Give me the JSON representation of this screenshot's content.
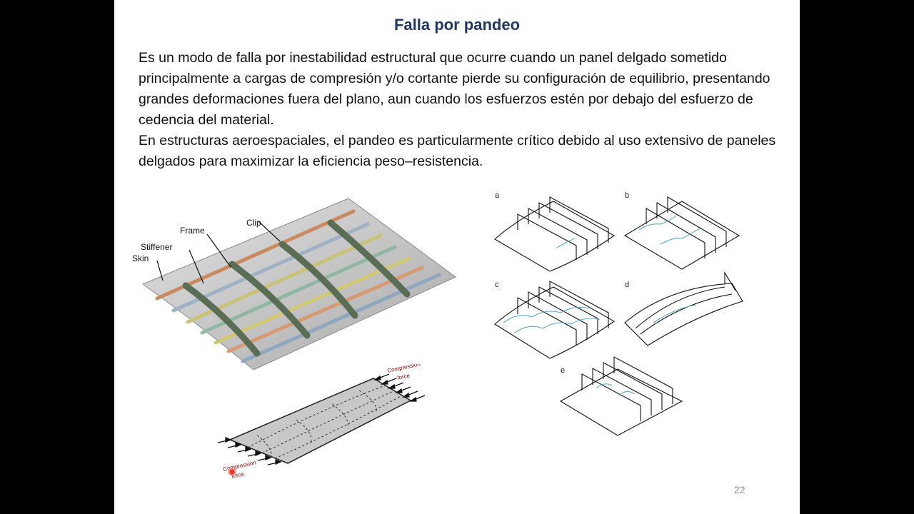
{
  "slide": {
    "title": "Falla por pandeo",
    "paragraphs": [
      "Es un modo de falla por inestabilidad estructural que ocurre cuando un panel delgado sometido principalmente a cargas de compresión y/o cortante pierde su configuración de equilibrio, presentando grandes deformaciones fuera del plano, aun cuando los esfuerzos estén por debajo del esfuerzo de cedencia del material.",
      "En estructuras aeroespaciales, el pandeo es particularmente crítico debido al uso extensivo de paneles delgados para maximizar la eficiencia peso–resistencia."
    ],
    "page_number": "22"
  },
  "figure_fuselage": {
    "labels": {
      "clip": "Clip",
      "frame": "Frame",
      "stiffener": "Stiffener",
      "skin": "Skin"
    }
  },
  "figure_plate": {
    "label_top": [
      "Compression",
      "force"
    ],
    "label_bottom": [
      "Compression",
      "force"
    ]
  },
  "figure_modes": {
    "labels": [
      "a",
      "b",
      "c",
      "d",
      "e"
    ]
  }
}
